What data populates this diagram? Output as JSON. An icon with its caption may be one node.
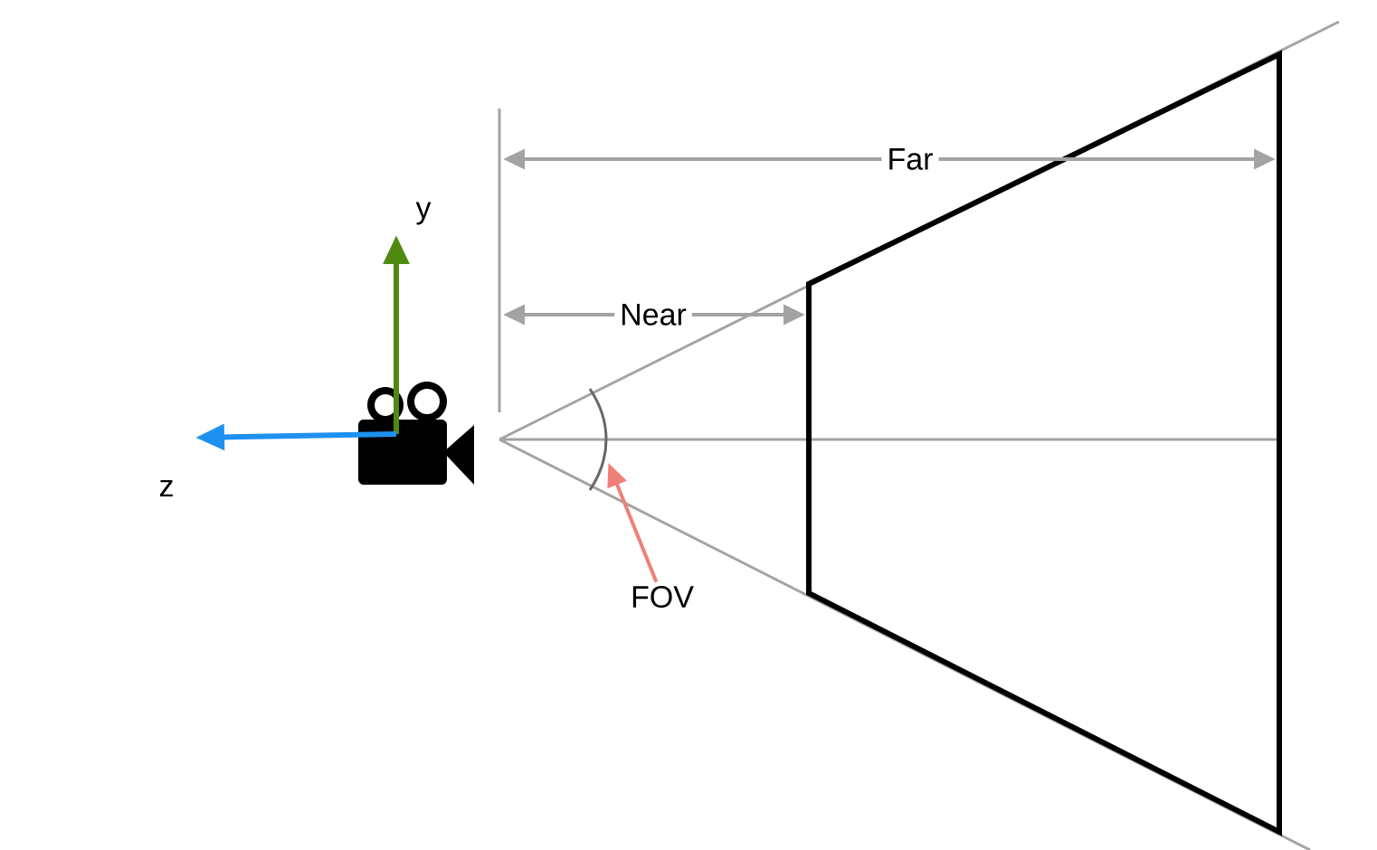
{
  "diagram": {
    "nodes": [
      {
        "text": [
          "FOV"
        ]
      },
      {
        "text": [],
        "shape": "arc"
      }
    ],
    "edges": [
      {
        "from": 0,
        "to": 1,
        "arrow": "to",
        "color": "#f07f78"
      }
    ],
    "labels": [
      "Far",
      "y",
      "Near",
      "z"
    ]
  }
}
